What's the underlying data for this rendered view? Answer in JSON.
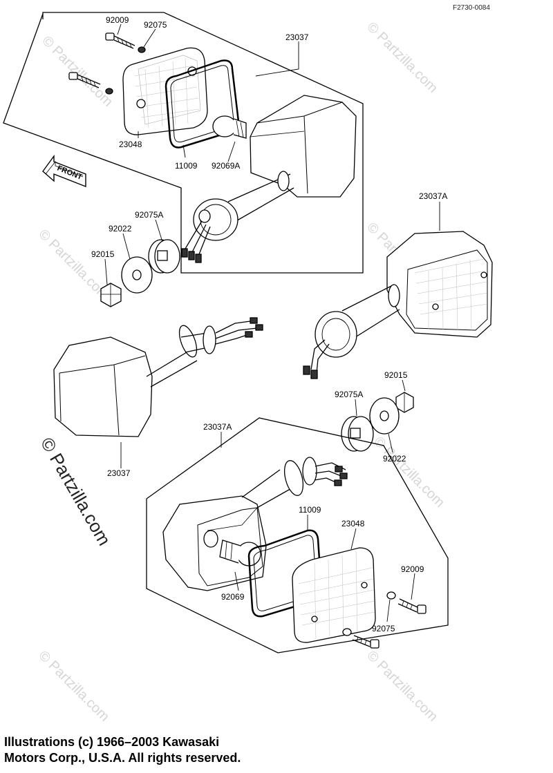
{
  "diagram": {
    "ref_code": "F2730-0084",
    "front_label": "FRONT",
    "parts_upper": {
      "p92009": "92009",
      "p92075": "92075",
      "p23037": "23037",
      "p23048": "23048",
      "p11009": "11009",
      "p92069A": "92069A",
      "p92075A": "92075A",
      "p92022": "92022",
      "p92015": "92015"
    },
    "parts_right": {
      "p23037A": "23037A",
      "p92015": "92015",
      "p92075A": "92075A",
      "p92022": "92022"
    },
    "parts_left": {
      "p23037": "23037"
    },
    "parts_lower": {
      "p23037A": "23037A",
      "p11009": "11009",
      "p23048": "23048",
      "p92009": "92009",
      "p92069": "92069",
      "p92075": "92075"
    },
    "watermark_small": "© Partzilla.com",
    "watermark_large": "© Partzilla.com"
  },
  "footer": {
    "line1": "Illustrations (c) 1966–2003 Kawasaki",
    "line2": "Motors Corp., U.S.A.  All rights reserved."
  }
}
